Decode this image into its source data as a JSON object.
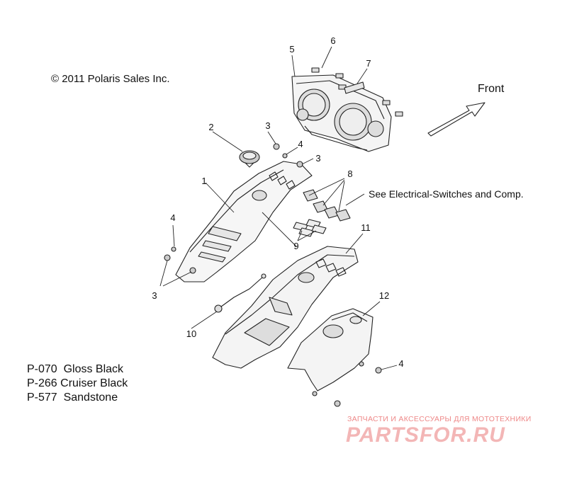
{
  "copyright": "© 2011 Polaris Sales Inc.",
  "direction_label": "Front",
  "see_note": "See Electrical-Switches and Comp.",
  "callouts": {
    "c1": "1",
    "c2": "2",
    "c3a": "3",
    "c3b": "3",
    "c3c": "3",
    "c4a": "4",
    "c4b": "4",
    "c4c": "4",
    "c5": "5",
    "c6": "6",
    "c7": "7",
    "c8": "8",
    "c9": "9",
    "c10": "10",
    "c11": "11",
    "c12": "12"
  },
  "color_codes": [
    "P-070  Gloss Black",
    "P-266 Cruiser Black",
    "P-577  Sandstone"
  ],
  "watermark": {
    "tagline": "ЗАПЧАСТИ И АКСЕССУАРЫ ДЛЯ МОТОТЕХНИКИ",
    "logo": "PARTSFOR.RU"
  }
}
